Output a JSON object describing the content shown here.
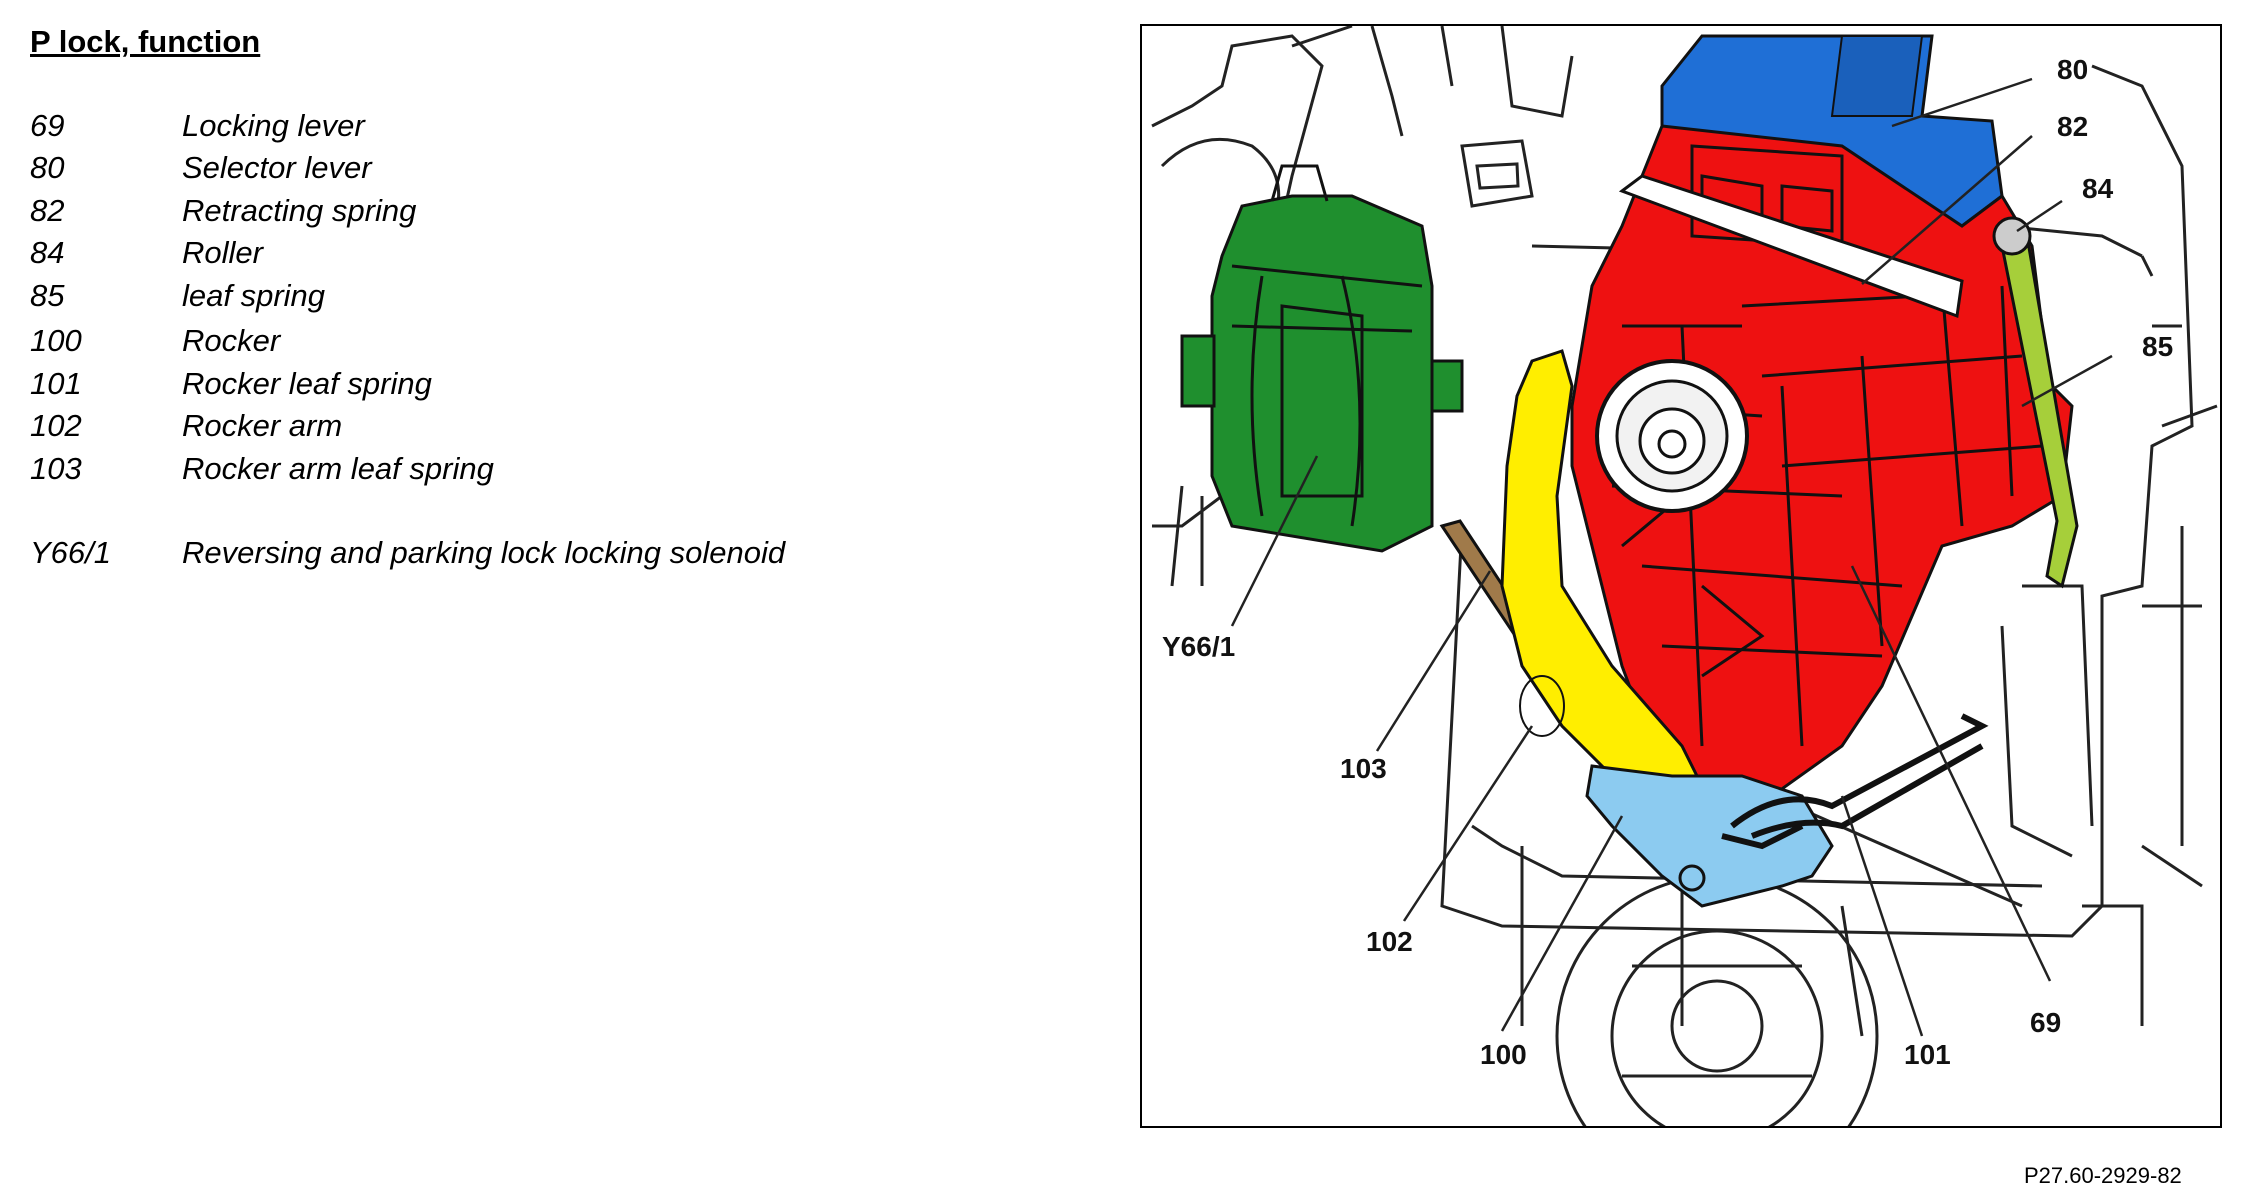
{
  "title": "P lock, function",
  "legend": [
    {
      "num": "69",
      "desc": "Locking lever"
    },
    {
      "num": "80",
      "desc": "Selector lever"
    },
    {
      "num": "82",
      "desc": "Retracting spring"
    },
    {
      "num": "84",
      "desc": "Roller"
    },
    {
      "num": "85",
      "desc": "leaf spring"
    },
    {
      "num": "100",
      "desc": "Rocker"
    },
    {
      "num": "101",
      "desc": "Rocker leaf spring"
    },
    {
      "num": "102",
      "desc": "Rocker arm"
    },
    {
      "num": "103",
      "desc": "Rocker arm leaf spring"
    },
    {
      "num": "Y66/1",
      "desc": "Reversing and parking lock locking solenoid"
    }
  ],
  "callouts": {
    "c80": "80",
    "c82": "82",
    "c84": "84",
    "c85": "85",
    "cY66": "Y66/1",
    "c103": "103",
    "c102": "102",
    "c100": "100",
    "c101": "101",
    "c69": "69"
  },
  "colors": {
    "selector_lever": "#1f6fd6",
    "locking_lever": "#ee1111",
    "solenoid": "#1f8f2e",
    "rocker_arm": "#ffee00",
    "rocker": "#8ccbf0",
    "leaf_spring": "#a6cf3a",
    "spring_brown": "#a07a4a"
  },
  "figure_code": "P27.60-2929-82"
}
